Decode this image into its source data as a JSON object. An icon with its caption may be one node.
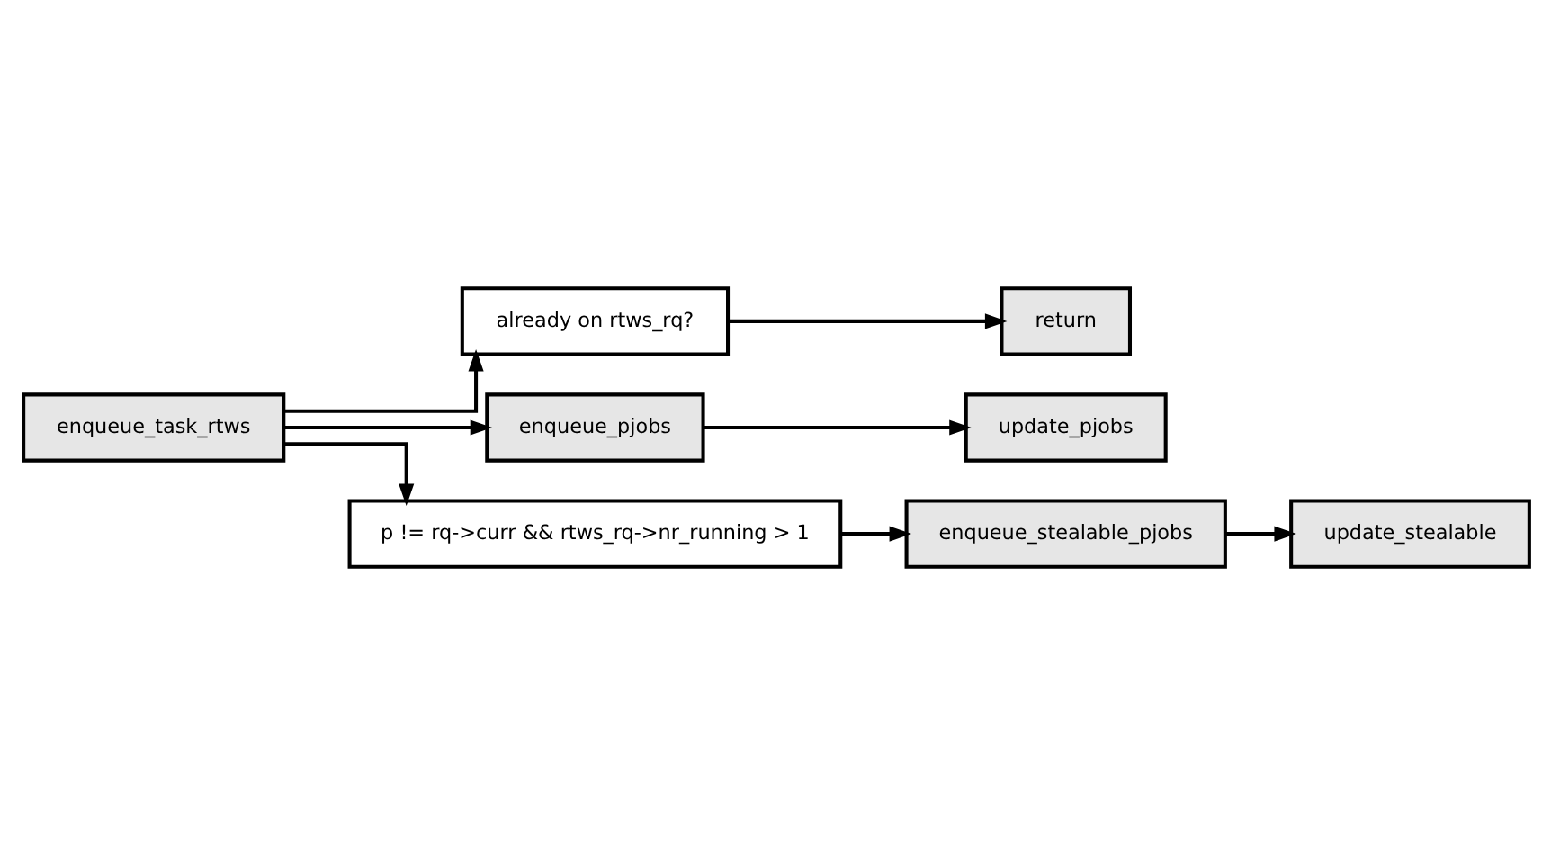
{
  "diagram": {
    "nodes": [
      {
        "text": [
          "enqueue_task_rtws"
        ]
      },
      {
        "text": [
          "already on rtws_rq?"
        ]
      },
      {
        "text": [
          "return"
        ]
      },
      {
        "text": [
          "enqueue_pjobs"
        ]
      },
      {
        "text": [
          "update_pjobs"
        ]
      },
      {
        "text": [
          "p != rq->curr && rtws_rq->nr_running > 1"
        ]
      },
      {
        "text": [
          "enqueue_stealable_pjobs"
        ]
      },
      {
        "text": [
          "update_stealable"
        ]
      }
    ],
    "edges": [
      {
        "from": 0,
        "to": 1,
        "arrow": "to"
      },
      {
        "from": 1,
        "to": 2,
        "arrow": "to"
      },
      {
        "from": 0,
        "to": 3,
        "arrow": "to"
      },
      {
        "from": 3,
        "to": 4,
        "arrow": "to"
      },
      {
        "from": 0,
        "to": 5,
        "arrow": "to"
      },
      {
        "from": 5,
        "to": 6,
        "arrow": "to"
      },
      {
        "from": 6,
        "to": 7,
        "arrow": "to"
      }
    ]
  }
}
